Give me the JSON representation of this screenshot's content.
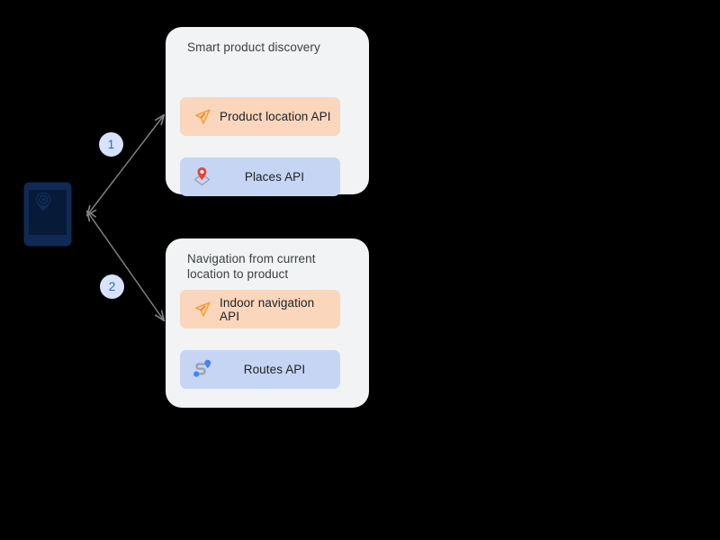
{
  "background_color": "#000000",
  "theme": {
    "card_bg": "#f1f3f4",
    "pill_orange": "#fad6bd",
    "pill_blue": "#c6d5f4",
    "badge_bg": "#d7e3fc",
    "badge_text": "#1a67d2",
    "connector": "#808080",
    "phone_body": "#0f2a54",
    "icon_orange": "#f9a23b",
    "icon_red": "#ea4335",
    "icon_blue": "#4285f4",
    "icon_gray": "#9aa0a6",
    "text": "#202124"
  },
  "device": {
    "name": "mobile-phone",
    "screen_icon": "location-target-icon"
  },
  "steps": [
    {
      "number": "1",
      "connects_to": "smart-product-discovery"
    },
    {
      "number": "2",
      "connects_to": "navigation-from-current-location-to-product"
    }
  ],
  "cards": [
    {
      "id": "smart-product-discovery",
      "title": "Smart product discovery",
      "apis": [
        {
          "label": "Product location API",
          "icon": "navigation-arrow-icon",
          "color": "orange",
          "align": "left"
        },
        {
          "label": "Places API",
          "icon": "map-pin-icon",
          "color": "blue",
          "align": "center"
        }
      ]
    },
    {
      "id": "navigation-from-current-location-to-product",
      "title": "Navigation from current\nlocation to product",
      "apis": [
        {
          "label": "Indoor navigation API",
          "icon": "navigation-arrow-icon",
          "color": "orange",
          "align": "left"
        },
        {
          "label": "Routes API",
          "icon": "route-path-icon",
          "color": "blue",
          "align": "center"
        }
      ]
    }
  ],
  "connectors": [
    {
      "from": "mobile-phone",
      "to": "smart-product-discovery",
      "style": "double-headed-arrow"
    },
    {
      "from": "mobile-phone",
      "to": "navigation-from-current-location-to-product",
      "style": "double-headed-arrow"
    }
  ]
}
